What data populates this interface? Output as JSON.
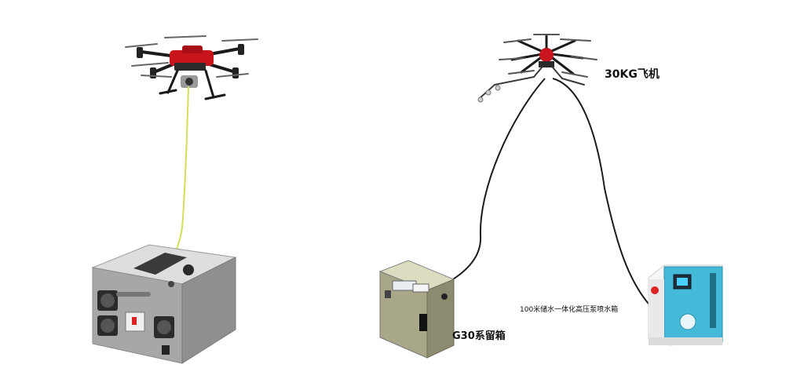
{
  "labels": {
    "drone_30kg": "30KG飞机",
    "g30_tether_box": "G30系留箱",
    "water_tank": "100米储水一体化高压泵喷水箱"
  }
}
